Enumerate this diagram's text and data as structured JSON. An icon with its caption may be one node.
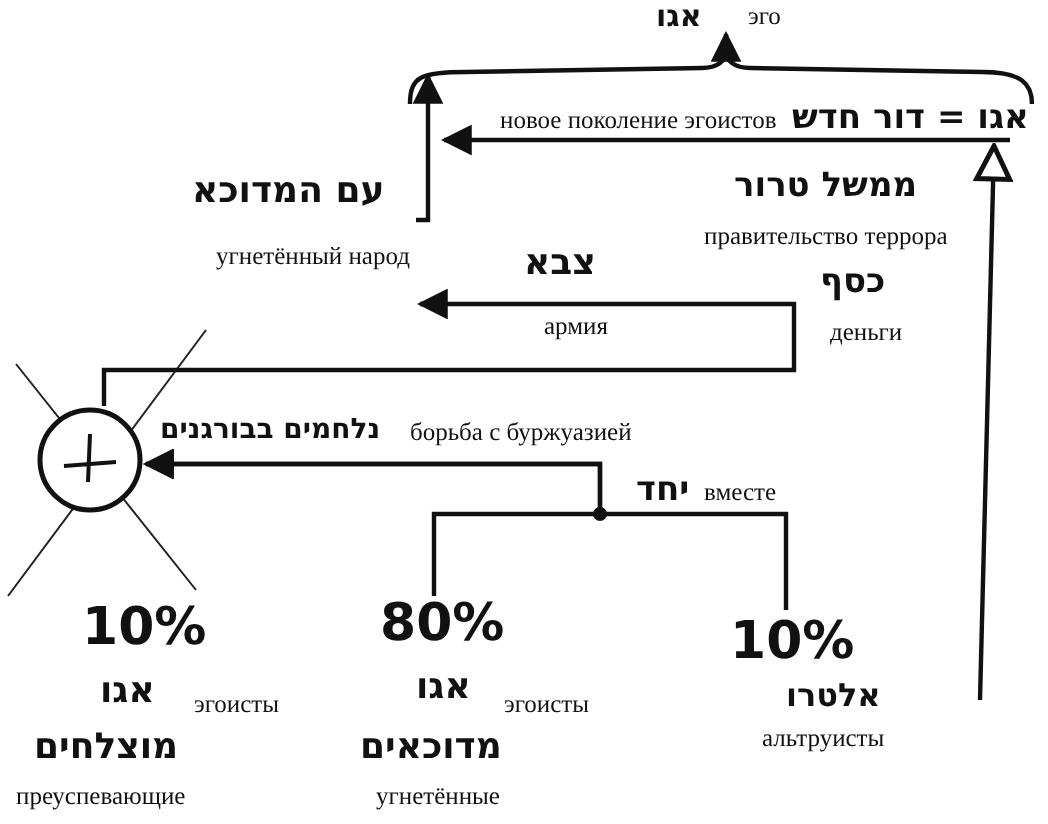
{
  "diagram": {
    "nodes": [
      {
        "text": [
          "эго",
          "אגו"
        ]
      },
      {
        "text": [],
        "shape": "brace"
      },
      {
        "text": [
          "אגו = דור חדש",
          "новое поколение эгоистов"
        ]
      },
      {
        "text": [
          "עם המדוכא",
          "угнетённый народ"
        ]
      },
      {
        "text": [
          "ממשל טרור",
          "правительство террора"
        ]
      },
      {
        "text": [],
        "shape": "circle"
      },
      {
        "text": [
          "10%",
          "אגו",
          "эгоисты",
          "מוצלחים",
          "преуспевающие"
        ]
      },
      {
        "text": [
          "80%",
          "אגו",
          "эгоисты",
          "מדוכאים",
          "угнетённые"
        ]
      },
      {
        "text": [
          "10%",
          "אלטרו",
          "альтруисты"
        ]
      }
    ],
    "edges": [
      {
        "from": 1,
        "to": 0,
        "arrow": "to"
      },
      {
        "from": 3,
        "to": 1,
        "arrow": "to"
      },
      {
        "from": 2,
        "to": 1,
        "arrow": "to"
      },
      {
        "from": 5,
        "to": 3,
        "arrow": "to",
        "label": "צבא"
      },
      {
        "from": 7,
        "to": 5,
        "arrow": "to",
        "label": "נלחמים בבורגנים"
      },
      {
        "from": 8,
        "to": 5,
        "arrow": "to"
      },
      {
        "from": 8,
        "to": 2,
        "arrow": "to"
      }
    ],
    "labels": [
      "армия",
      "כסף",
      "деньги",
      "борьба с буржуазией",
      "יחד",
      "вместе"
    ]
  }
}
